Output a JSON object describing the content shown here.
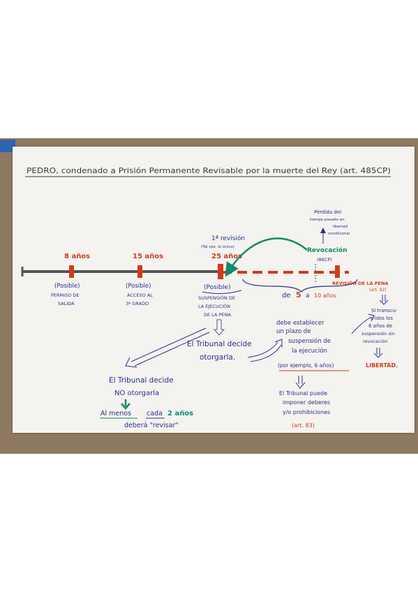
{
  "title": "PEDRO, condenado a Prisión Permanente Revisable por la muerte del Rey (art. 485CP)",
  "colors": {
    "blue": "#2a2f8f",
    "red": "#d23a1c",
    "green": "#0f8a6a",
    "gray": "#555555"
  },
  "timeline": {
    "mark_8": {
      "label": "8 años",
      "note1": "(Posible)",
      "note2": "PERMISO DE",
      "note3": "SALIDA"
    },
    "mark_15": {
      "label": "15 años",
      "note1": "(Posible)",
      "note2": "ACCESO AL",
      "note3": "3º GRADO"
    },
    "mark_25": {
      "label": "25 años",
      "note1": "(Posible)",
      "note2": "SUSPENSIÓN DE",
      "note3": "LA EJECUCIÓN",
      "note4": "DE LA PENA."
    },
    "revision_label": "1ª revisión",
    "revision_sub": "(Tal vez, lo único)",
    "revocacion": "Revocación",
    "revocacion_art": "(86CP)",
    "perdida1": "Pérdida del",
    "perdida2": "tiempo pasado en",
    "perdida3": "libertad",
    "perdida4": "condicional",
    "revision_pena1": "REVISIÓN DE LA PENA",
    "revision_pena2": "(art. 92)",
    "range_de": "de",
    "range_5": "5",
    "range_a": "a",
    "range_10": "10 años"
  },
  "flow": {
    "tribunal_decide1": "El Tribunal decide",
    "tribunal_decide2": "otorgarla.",
    "no_otorgar1": "El Tribunal decide",
    "no_otorgar2": "NO otorgarla",
    "al_menos": "Al menos",
    "cada": "cada",
    "dos_anos": "2 años",
    "revisar": "deberá \"revisar\"",
    "plazo1": "debe establecer",
    "plazo2": "un plazo de",
    "plazo3": "suspensión de",
    "plazo4": "la ejecución",
    "ejemplo": "(por ejemplo, 6 años)",
    "deberes1": "El Tribunal puede",
    "deberes2": "imponer deberes",
    "deberes3": "y/o prohibiciones",
    "deberes4": "(art. 83)",
    "si1": "Si transcu-",
    "si2": "rridos los",
    "si3": "6 años de",
    "si4": "suspensión sin",
    "si5": "revocación",
    "libertad": "LIBERTAD."
  }
}
